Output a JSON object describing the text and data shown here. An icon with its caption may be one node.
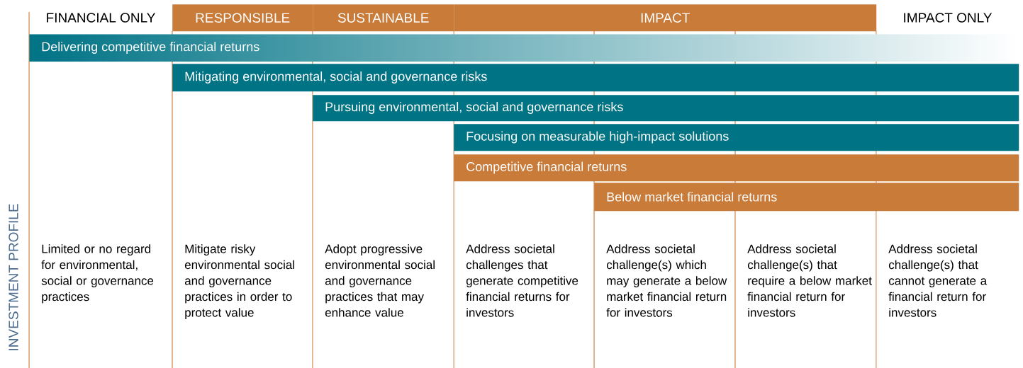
{
  "diagram": {
    "nodes": [
      {
        "text": [
          "RESPONSIBLE"
        ]
      },
      {
        "text": [
          "SUSTAINABLE"
        ]
      },
      {
        "text": [
          "IMPACT"
        ]
      },
      {
        "text": [
          "Delivering competitive financial returns"
        ]
      },
      {
        "text": [
          "Mitigating environmental, social and governance risks"
        ]
      },
      {
        "text": [
          "Pursuing environmental, social and governance risks"
        ]
      },
      {
        "text": [
          "Focusing on measurable high-impact solutions"
        ]
      },
      {
        "text": [
          "Competitive financial returns"
        ]
      },
      {
        "text": [
          "Below market financial returns"
        ]
      }
    ],
    "labels": [
      "FINANCIAL ONLY",
      "IMPACT ONLY",
      "INVESTMENT PROFILE",
      "Limited or no regard for environmental, social or governance practices",
      "Mitigate risky environmental social and governance practices in order to protect value",
      "Adopt progressive environmental social and governance practices that may enhance value",
      "Address societal challenges that generate competitive financial returns for investors",
      "Address societal challenge(s) which may generate a below market financial return for investors",
      "Address societal challenge(s) that require a below market financial return for investors",
      "Address societal challenge(s) that cannot generate a financial return for investors"
    ]
  }
}
